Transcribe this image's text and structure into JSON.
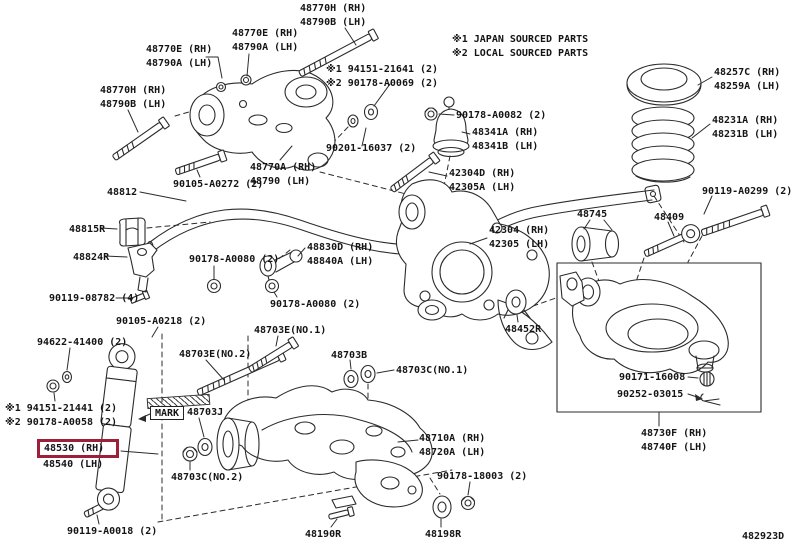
{
  "diagram_title": "rear-suspension-parts-diagram",
  "highlight_color": "#9e2038",
  "legend": "※1 JAPAN SOURCED PARTS\n※2 LOCAL SOURCED PARTS",
  "mark_label": "MARK",
  "drawing_code": "482923D",
  "callouts": {
    "c_48770H_top": "48770H (RH)\n48790B (LH)",
    "c_48770E_mid": "48770E (RH)\n48790A (LH)",
    "c_48770E_left": "48770E (RH)\n48790A (LH)",
    "c_48770H_left": "48770H (RH)\n48790B (LH)",
    "c_94151_21641": "※1 94151-21641 (2)\n※2 90178-A0069 (2)",
    "c_90178_A0082": "90178-A0082 (2)",
    "c_48341A": "48341A (RH)\n48341B (LH)",
    "c_90201_16037": "90201-16037 (2)",
    "c_48257C": "48257C (RH)\n48259A (LH)",
    "c_48231A": "48231A (RH)\n48231B (LH)",
    "c_90119_A0299": "90119-A0299 (2)",
    "c_48745": "48745",
    "c_48409": "48409",
    "c_90105_A0272": "90105-A0272 (2)",
    "c_48770A": "48770A (RH)\n48790 (LH)",
    "c_48812": "48812",
    "c_48815R": "48815R",
    "c_48824R": "48824R",
    "c_90119_08782": "90119-08782 (4)",
    "c_90178_A0080_a": "90178-A0080 (2)",
    "c_48830D": "48830D (RH)\n48840A (LH)",
    "c_90178_A0080_b": "90178-A0080 (2)",
    "c_42304D": "42304D (RH)\n42305A (LH)",
    "c_42304": "42304 (RH)\n42305 (LH)",
    "c_48452R": "48452R",
    "c_90171_16008": "90171-16008",
    "c_90252_03015": "90252-03015",
    "c_48730F": "48730F (RH)\n48740F (LH)",
    "c_94622_41400": "94622-41400 (2)",
    "c_90105_A0218": "90105-A0218 (2)",
    "c_48703E_no2": "48703E(NO.2)",
    "c_94151_21441": "※1 94151-21441 (2)\n※2 90178-A0058 (2)",
    "c_48530": "48530 (RH)",
    "c_48540": "48540 (LH)",
    "c_48703J": "48703J",
    "c_48703C_no2": "48703C(NO.2)",
    "c_48703E_no1": "48703E(NO.1)",
    "c_48703B": "48703B",
    "c_48703C_no1": "48703C(NO.1)",
    "c_48710A": "48710A (RH)\n48720A (LH)",
    "c_90178_18003": "90178-18003 (2)",
    "c_48198R": "48198R",
    "c_48190R": "48190R",
    "c_90119_A0018": "90119-A0018 (2)"
  }
}
